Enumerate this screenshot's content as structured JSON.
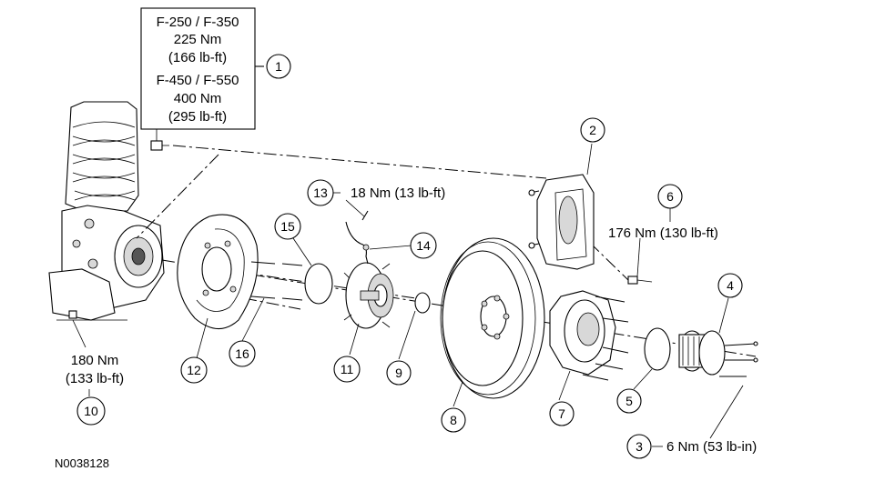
{
  "torque_box": {
    "line1": "F-250 / F-350",
    "line2": "225 Nm",
    "line3": "(166 lb-ft)",
    "line4": "F-450 / F-550",
    "line5": "400 Nm",
    "line6": "(295 lb-ft)"
  },
  "callouts": {
    "c1": "1",
    "c2": "2",
    "c3": "3",
    "c4": "4",
    "c5": "5",
    "c6": "6",
    "c7": "7",
    "c8": "8",
    "c9": "9",
    "c10": "10",
    "c11": "11",
    "c12": "12",
    "c13": "13",
    "c14": "14",
    "c15": "15",
    "c16": "16"
  },
  "torque_labels": {
    "t13": "18 Nm (13 lb-ft)",
    "t6": "176 Nm (130 lb-ft)",
    "t10_line1": "180 Nm",
    "t10_line2": "(133 lb-ft)",
    "t3": "6 Nm (53 lb-in)"
  },
  "figure_id": "N0038128"
}
